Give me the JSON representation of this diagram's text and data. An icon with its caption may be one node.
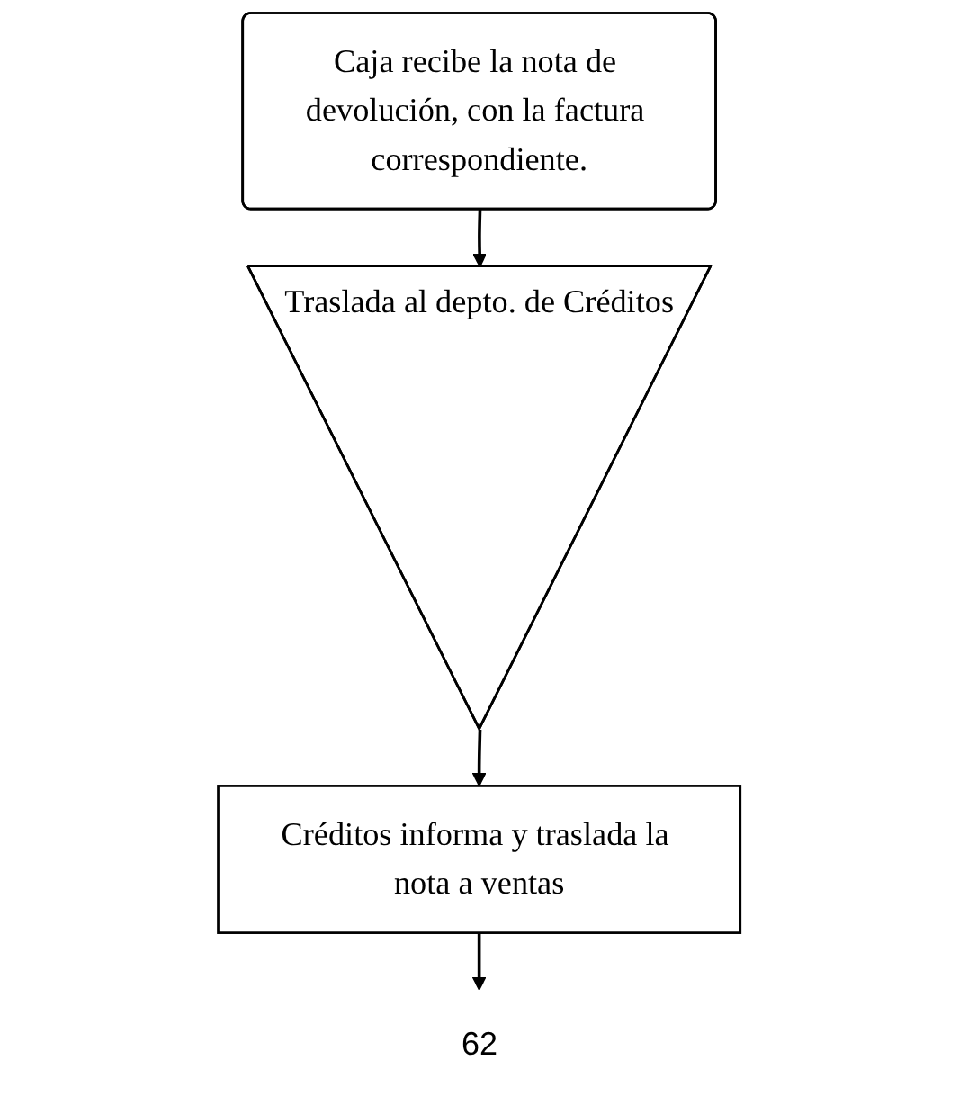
{
  "diagram": {
    "nodes": [
      {
        "text": [
          "Caja recibe la nota de devolución, con la factura correspondiente."
        ]
      },
      {
        "text": [
          "Traslada al depto. de Créditos"
        ]
      },
      {
        "text": [
          "Créditos informa y traslada la nota a ventas"
        ]
      }
    ],
    "edges": [
      {
        "from": 0,
        "to": 1,
        "arrow": "to"
      },
      {
        "from": 1,
        "to": 2,
        "arrow": "to"
      },
      {
        "from": 2,
        "to": null,
        "arrow": "to"
      }
    ],
    "labels": [
      "62"
    ]
  }
}
